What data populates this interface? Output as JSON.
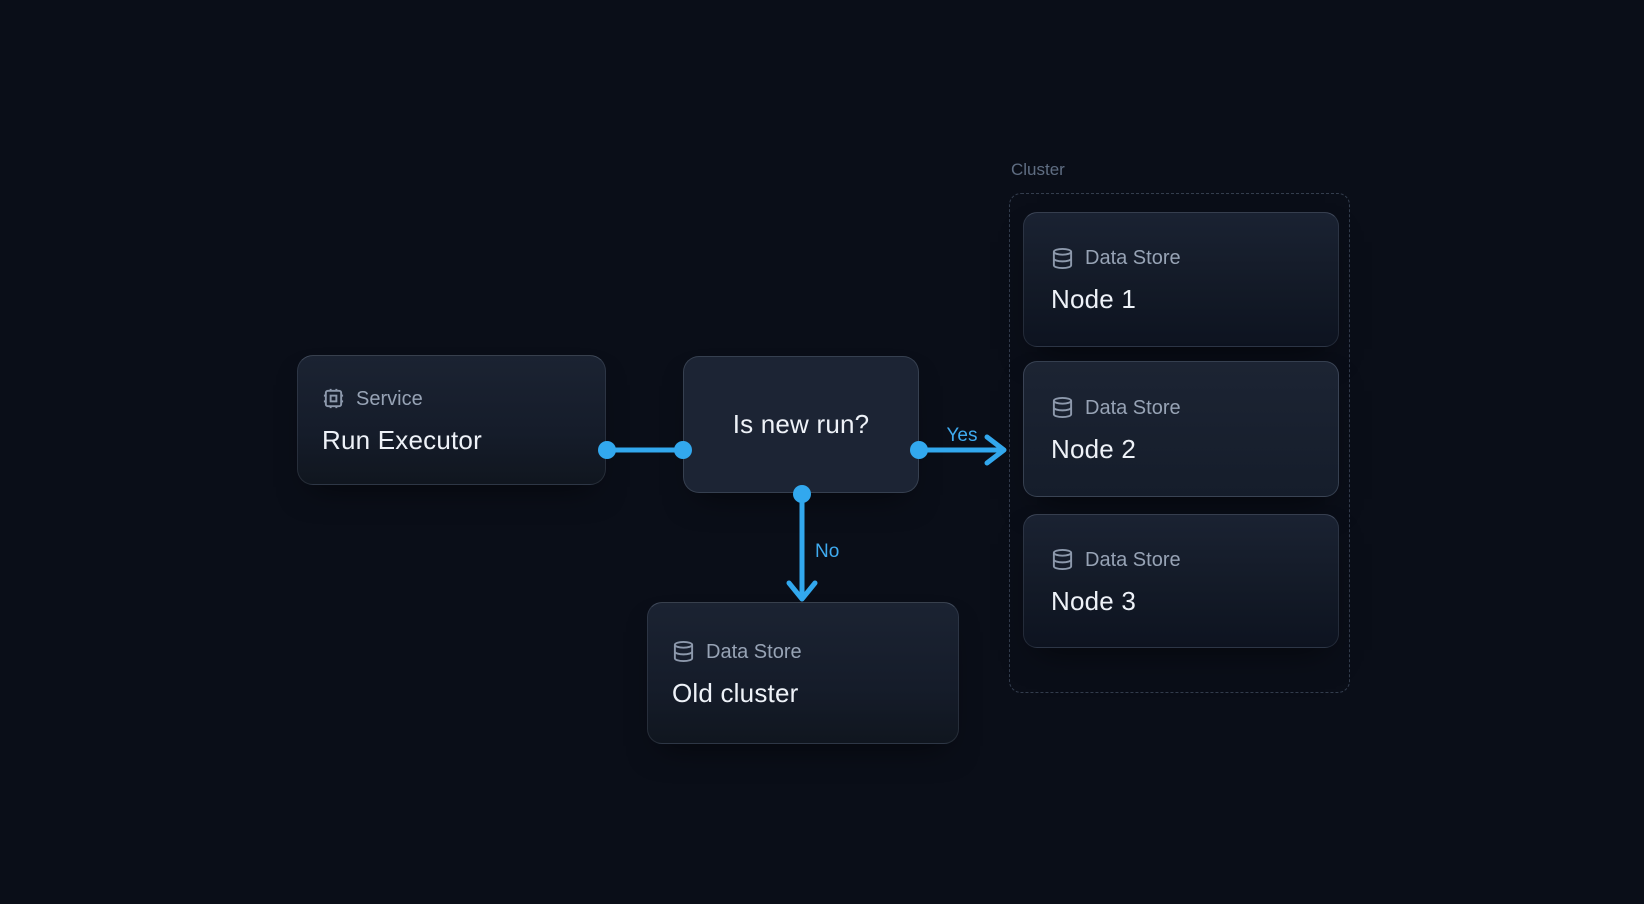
{
  "diagram": {
    "service_node": {
      "icon": "cpu-icon",
      "type_label": "Service",
      "title": "Run Executor"
    },
    "decision_node": {
      "title": "Is new run?"
    },
    "cluster": {
      "label": "Cluster",
      "nodes": [
        {
          "icon": "database-icon",
          "type_label": "Data Store",
          "title": "Node 1"
        },
        {
          "icon": "database-icon",
          "type_label": "Data Store",
          "title": "Node 2"
        },
        {
          "icon": "database-icon",
          "type_label": "Data Store",
          "title": "Node 3"
        }
      ]
    },
    "old_cluster_node": {
      "icon": "database-icon",
      "type_label": "Data Store",
      "title": "Old cluster"
    },
    "edges": {
      "yes_label": "Yes",
      "no_label": "No"
    }
  },
  "colors": {
    "background": "#0a0e18",
    "accent_blue": "#32a8ee",
    "edge_label_blue": "#3fabf0",
    "primary_text": "#eef2f8",
    "secondary_text": "#97a3b5",
    "cluster_label_text": "#5f6d82",
    "card_background_top": "#1b2332",
    "card_background_bottom": "#10161f"
  }
}
